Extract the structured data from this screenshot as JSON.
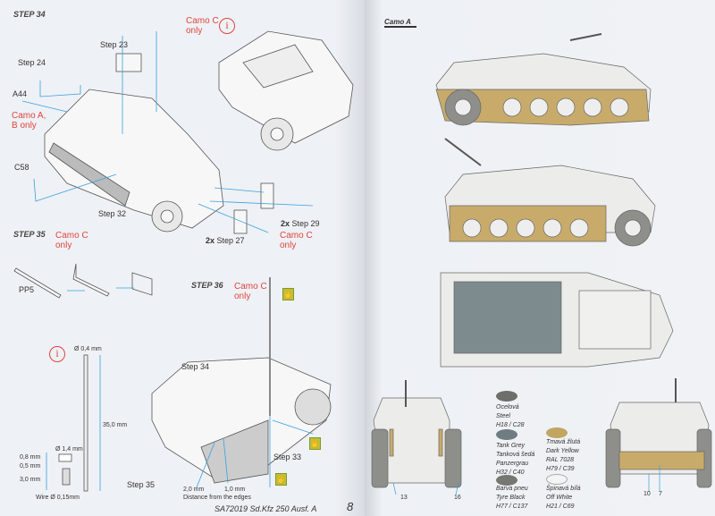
{
  "left_page": {
    "step34": {
      "label": "STEP 34",
      "camo_note": "Camo C only",
      "labels": {
        "step23": "Step 23",
        "step24": "Step 24",
        "a44": "A44",
        "camo_ab": "Camo A, B only",
        "c58": "C58",
        "step32": "Step 32",
        "step27": "Step 27",
        "step29": "Step 29",
        "mult27": "2x",
        "mult29": "2x",
        "camo_c2": "Camo C only"
      }
    },
    "step35": {
      "label": "STEP 35",
      "camo_note": "Camo C only",
      "part": "PP5"
    },
    "step36": {
      "label": "STEP 36",
      "camo_note": "Camo C only",
      "labels": {
        "step34": "Step 34",
        "step33": "Step 33",
        "step35": "Step 35",
        "d2": "2,0 mm",
        "d1": "1,0 mm",
        "distance": "Distance from the edges"
      }
    },
    "antenna": {
      "diam_top": "Ø 0,4 mm",
      "length": "35,0 mm",
      "diam_base": "Ø 1,4 mm",
      "h1": "0,8 mm",
      "h2": "0,5 mm",
      "h3": "3,0 mm",
      "wire": "Wire Ø 0,15mm"
    },
    "footer": {
      "title": "SA72019 Sd.Kfz 250 Ausf. A",
      "page_number": "8"
    }
  },
  "right_page": {
    "camo_label": "Camo A",
    "callouts": [
      "13",
      "16",
      "10",
      "7"
    ],
    "paints": [
      {
        "lines": [
          "Ocelová",
          "Steel",
          "H18 / C28"
        ],
        "color": "#6e6e6a"
      },
      {
        "lines": [
          "Tank Grey",
          "Tanková šedá",
          "Panzergrau",
          "H32 / C40"
        ],
        "color": "#6f7c82"
      },
      {
        "lines": [
          "Barva pneu",
          "Tyre Black",
          "H77 / C137"
        ],
        "color": "#767672"
      },
      {
        "lines": [
          "Tmavá žlutá",
          "Dark Yellow",
          "RAL 7028",
          "H79 / C39"
        ],
        "color": "#c2a563"
      },
      {
        "lines": [
          "Špinavá bílá",
          "Off White",
          "H21 / C69"
        ],
        "color": "#f4f4f2"
      }
    ]
  }
}
